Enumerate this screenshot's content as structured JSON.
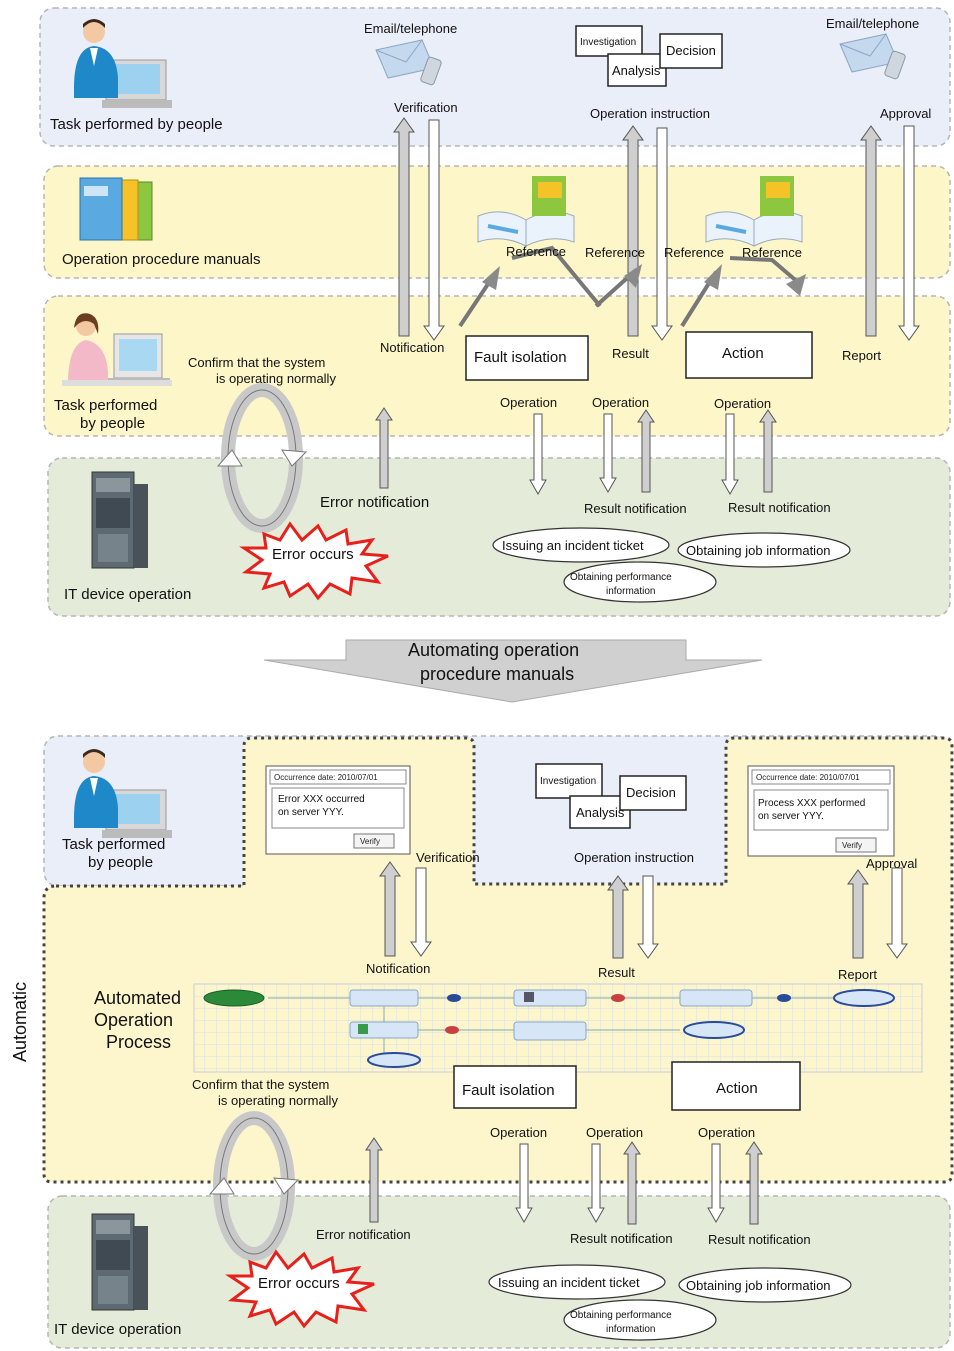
{
  "colors": {
    "people_lane": "#e9eef8",
    "manual_lane": "#fdf6c8",
    "operator_lane": "#fdf6c8",
    "it_lane": "#e4ecd9",
    "auto_region": "#fdf6cc",
    "burst": "#e8201c",
    "grid": "#d8dde6"
  },
  "icons": {
    "person": "person-at-computer-icon",
    "operator": "operator-at-computer-icon",
    "binders": "binders-icon",
    "manual_book": "open-manual-icon",
    "envelope_phone": "email-telephone-icon",
    "server": "server-rack-icon",
    "cycle": "cycle-arrows-icon",
    "burst": "error-burst-icon"
  },
  "top": {
    "lane_people": "Task performed by people",
    "lane_manuals": "Operation procedure manuals",
    "lane_operator": [
      "Task performed",
      "by people"
    ],
    "lane_it": "IT device operation",
    "email_left": "Email/telephone",
    "email_right": "Email/telephone",
    "doc_investigation": "Investigation",
    "doc_analysis": "Analysis",
    "doc_decision": "Decision",
    "verification": "Verification",
    "operation_instruction": "Operation instruction",
    "approval": "Approval",
    "reference": [
      "Reference",
      "Reference",
      "Reference",
      "Reference"
    ],
    "notification": "Notification",
    "fault_isolation": "Fault isolation",
    "result": "Result",
    "action": "Action",
    "report": "Report",
    "confirm": [
      "Confirm that the system",
      "is operating normally"
    ],
    "operation": [
      "Operation",
      "Operation",
      "Operation"
    ],
    "error_notification": "Error notification",
    "result_notification": [
      "Result notification",
      "Result notification"
    ],
    "error_occurs": "Error occurs",
    "issuing_ticket": "Issuing an incident ticket",
    "obtaining_job": "Obtaining job information",
    "obtaining_perf": [
      "Obtaining performance",
      "information"
    ]
  },
  "transition": [
    "Automating operation",
    "procedure manuals"
  ],
  "bottom": {
    "automatic": "Automatic",
    "lane_people": [
      "Task performed",
      "by people"
    ],
    "lane_it": "IT device operation",
    "popup_left": {
      "date": "Occurrence date: 2010/07/01",
      "body": [
        "Error XXX occurred",
        "on server YYY."
      ],
      "button": "Verify"
    },
    "popup_right": {
      "date": "Occurrence date: 2010/07/01",
      "body": [
        "Process XXX performed",
        "on server YYY."
      ],
      "button": "Verify"
    },
    "doc_investigation": "Investigation",
    "doc_analysis": "Analysis",
    "doc_decision": "Decision",
    "verification": "Verification",
    "operation_instruction": "Operation instruction",
    "approval": "Approval",
    "notification": "Notification",
    "result": "Result",
    "report": "Report",
    "process_title": [
      "Automated",
      "Operation",
      "Process"
    ],
    "fault_isolation": "Fault isolation",
    "action": "Action",
    "confirm": [
      "Confirm that the system",
      "is operating normally"
    ],
    "operation": [
      "Operation",
      "Operation",
      "Operation"
    ],
    "error_notification": "Error notification",
    "result_notification": [
      "Result notification",
      "Result notification"
    ],
    "error_occurs": "Error occurs",
    "issuing_ticket": "Issuing an incident ticket",
    "obtaining_job": "Obtaining job information",
    "obtaining_perf": [
      "Obtaining performance",
      "information"
    ]
  }
}
